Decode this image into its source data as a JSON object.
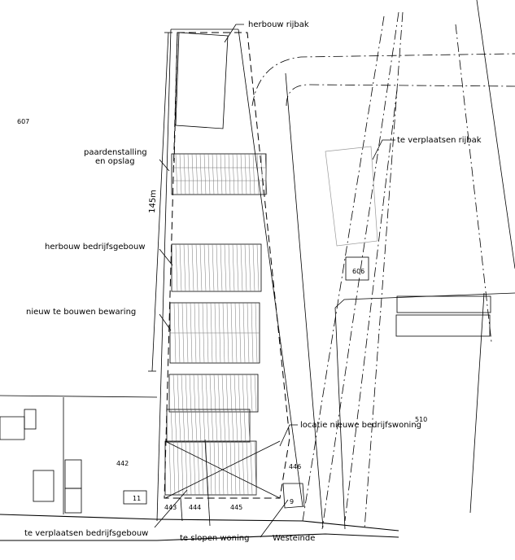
{
  "labels": {
    "herbouw_rijbak": "herbouw rijbak",
    "paardenstalling_1": "paardenstalling",
    "paardenstalling_2": "en opslag",
    "herbouw_bedrijfsgebouw": "herbouw bedrijfsgebouw",
    "nieuw_bewaring": "nieuw te bouwen bewaring",
    "te_verplaatsen_rijbak": "te verplaatsen rijbak",
    "locatie_nieuwe_bedrijfswoning": "locatie nieuwe bedrijfswoning",
    "te_verplaatsen_bedrijfsgebouw": "te verplaatsen bedrijfsgebouw",
    "te_slopen_woning": "te slopen woning",
    "westeinde": "Westeinde",
    "dimension_145m": "145m"
  },
  "parcels": {
    "p607": "607",
    "p606": "606",
    "p510": "510",
    "p442": "442",
    "p446": "446",
    "p443": "443",
    "p444": "444",
    "p445": "445",
    "h11": "11",
    "h9": "9"
  }
}
